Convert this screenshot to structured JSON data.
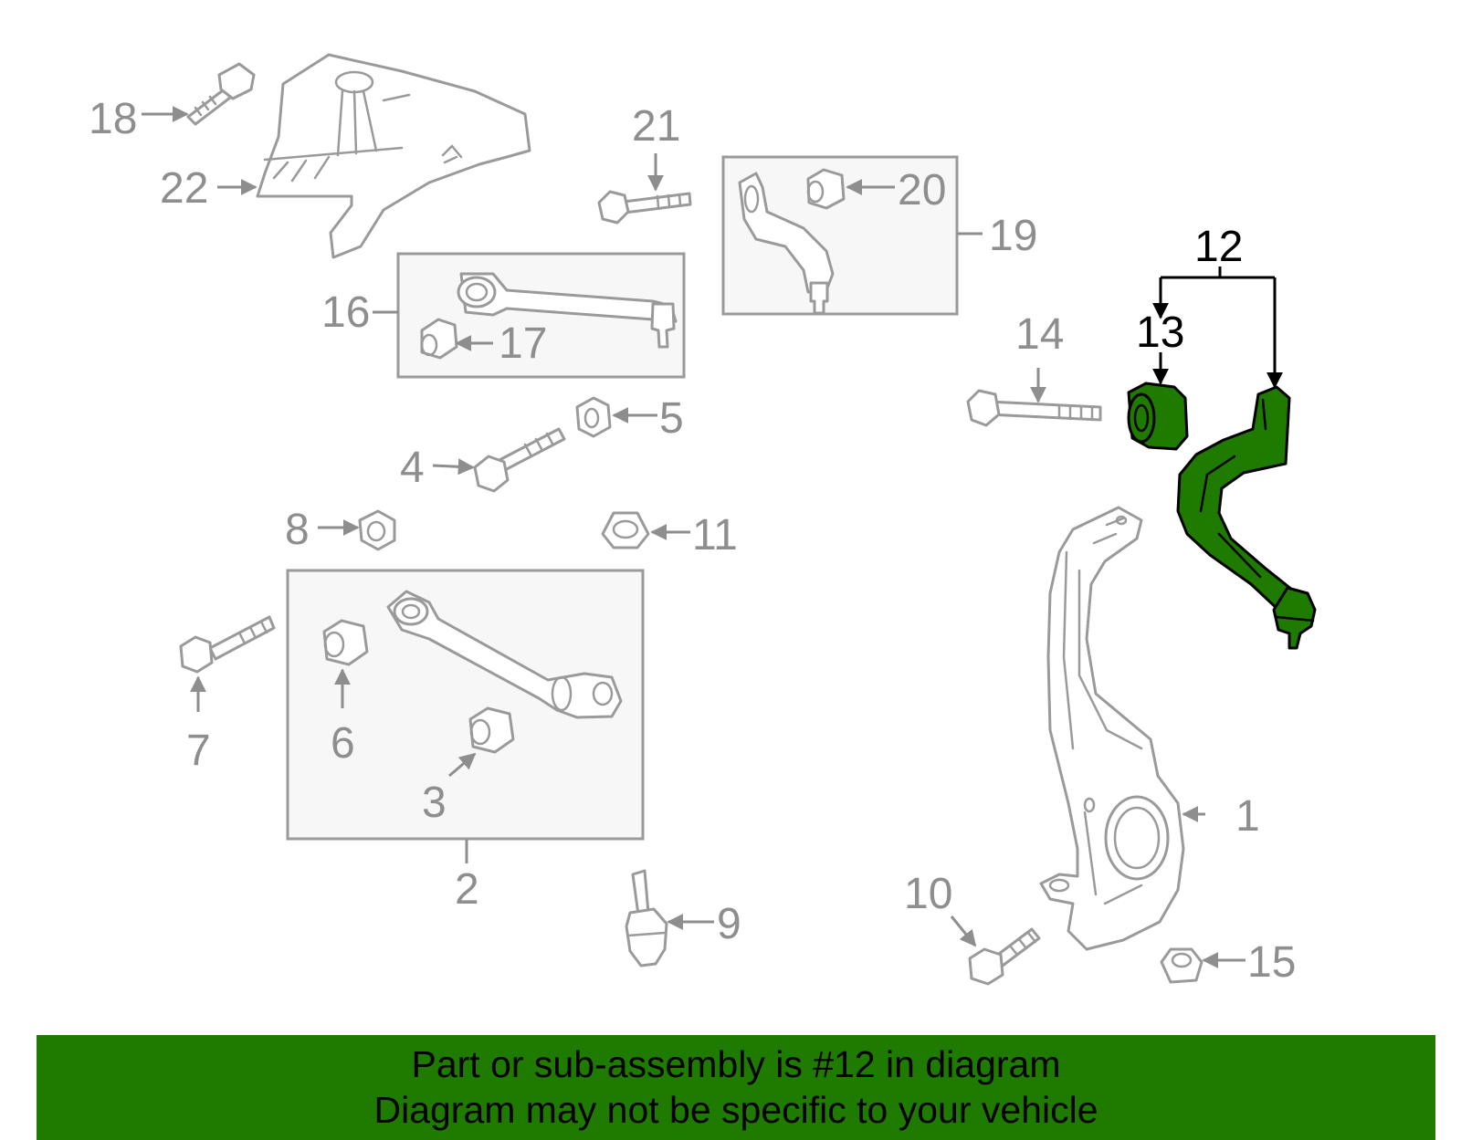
{
  "highlight_color": "#1f7a00",
  "callouts": {
    "c1": "1",
    "c2": "2",
    "c3": "3",
    "c4": "4",
    "c5": "5",
    "c6": "6",
    "c7": "7",
    "c8": "8",
    "c9": "9",
    "c10": "10",
    "c11": "11",
    "c12": "12",
    "c13": "13",
    "c14": "14",
    "c15": "15",
    "c16": "16",
    "c17": "17",
    "c18": "18",
    "c19": "19",
    "c20": "20",
    "c21": "21",
    "c22": "22"
  },
  "banner": {
    "line1": "Part or sub-assembly is #12 in diagram",
    "line2": "Diagram may not be specific to your vehicle"
  }
}
